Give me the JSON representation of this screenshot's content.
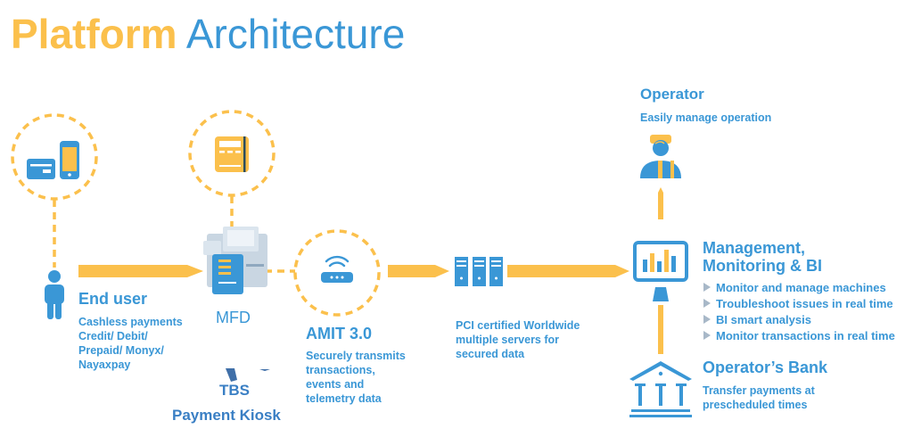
{
  "title": {
    "part1": "Platform",
    "part2": "Architecture"
  },
  "colors": {
    "yellow": "#fbc04c",
    "blue": "#3a97d6",
    "gray": "#a8b8c8"
  },
  "end_user": {
    "heading": "End user",
    "lines": [
      "Cashless payments",
      "Credit/ Debit/",
      "Prepaid/ Monyx/",
      "Nayaxpay"
    ]
  },
  "mfd": {
    "label": "MFD"
  },
  "tbs": {
    "label": "TBS",
    "sublabel": "Payment Kiosk"
  },
  "amit": {
    "heading": "AMIT 3.0",
    "lines": [
      "Securely transmits",
      "transactions,",
      "events and",
      "telemetry data"
    ]
  },
  "servers": {
    "lines": [
      "PCI certified Worldwide",
      "multiple servers for",
      "secured data"
    ]
  },
  "operator": {
    "heading": "Operator",
    "subtitle": "Easily manage operation"
  },
  "management": {
    "heading_line1": "Management,",
    "heading_line2": "Monitoring & BI",
    "bullets": [
      "Monitor and manage machines",
      "Troubleshoot issues in real time",
      "BI smart analysis",
      "Monitor transactions in real time"
    ]
  },
  "bank": {
    "heading": "Operator’s Bank",
    "lines": [
      "Transfer payments at",
      "prescheduled times"
    ]
  },
  "icons": {
    "payment_methods": "card-and-phone-icon",
    "card_reader": "card-reader-icon",
    "end_user": "person-icon",
    "mfd": "multifunction-device-icon",
    "router": "wifi-router-icon",
    "servers": "server-rack-icon",
    "operator": "operator-worker-icon",
    "dashboard": "monitor-chart-icon",
    "bank": "bank-building-icon"
  }
}
